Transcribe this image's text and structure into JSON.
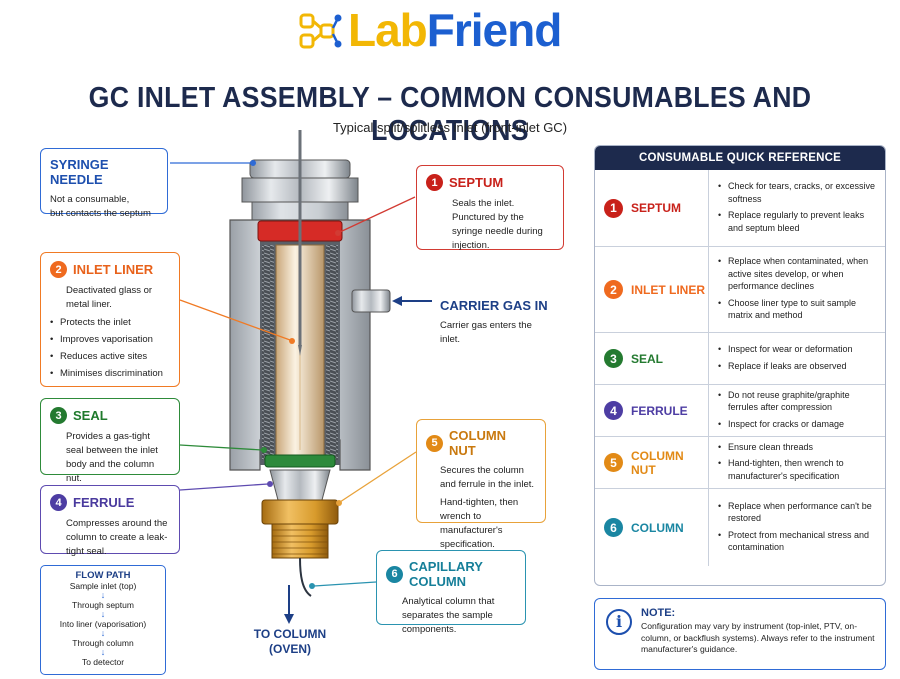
{
  "brand": {
    "logo_lab": "Lab",
    "logo_friend": "Friend",
    "colors": {
      "yellow": "#f2b705",
      "blue": "#1c5fd0"
    }
  },
  "title": "GC INLET ASSEMBLY – COMMON CONSUMABLES AND LOCATIONS",
  "subtitle": "Typical split/splitless inlet (front-inlet GC)",
  "callouts": {
    "syringe": {
      "title": "SYRINGE NEEDLE",
      "text": "Not a consumable,\nbut contacts the septum"
    },
    "septum": {
      "num": "1",
      "title": "SEPTUM",
      "line1": "Seals the inlet.",
      "line2": "Punctured by the syringe needle during injection."
    },
    "liner": {
      "num": "2",
      "title": "INLET LINER",
      "text": "Deactivated glass or metal liner.",
      "bullets": [
        "Protects the inlet",
        "Improves vaporisation",
        "Reduces active sites",
        "Minimises discrimination"
      ]
    },
    "carrier": {
      "title": "CARRIER GAS IN",
      "text": "Carrier gas enters the inlet."
    },
    "seal": {
      "num": "3",
      "title": "SEAL",
      "text": "Provides a gas-tight seal between the inlet body and the column nut."
    },
    "ferrule": {
      "num": "4",
      "title": "FERRULE",
      "text": "Compresses around the column to create a leak-tight seal."
    },
    "column_nut": {
      "num": "5",
      "title": "COLUMN NUT",
      "line1": "Secures the column and ferrule in the inlet.",
      "line2": "Hand-tighten, then wrench to manufacturer's specification."
    },
    "capillary": {
      "num": "6",
      "title": "CAPILLARY COLUMN",
      "text": "Analytical column that separates the sample components."
    }
  },
  "flow_path": {
    "title": "FLOW PATH",
    "steps": [
      "Sample inlet (top)",
      "Through septum",
      "Into liner (vaporisation)",
      "Through column",
      "To detector"
    ],
    "arrow": "↓"
  },
  "to_column": {
    "line1": "TO COLUMN",
    "line2": "(OVEN)"
  },
  "reference": {
    "title": "CONSUMABLE QUICK REFERENCE",
    "rows": [
      {
        "num": "1",
        "name": "SEPTUM",
        "color": "#c8211a",
        "bullets": [
          "Check for tears, cracks, or excessive softness",
          "Replace regularly to prevent leaks and septum bleed"
        ]
      },
      {
        "num": "2",
        "name": "INLET LINER",
        "color": "#ef6a1f",
        "bullets": [
          "Replace when contaminated, when active sites develop, or when performance declines",
          "Choose liner type to suit sample matrix and method"
        ]
      },
      {
        "num": "3",
        "name": "SEAL",
        "color": "#247a30",
        "bullets": [
          "Inspect for wear or deformation",
          "Replace if leaks are observed"
        ]
      },
      {
        "num": "4",
        "name": "FERRULE",
        "color": "#4d3da3",
        "bullets": [
          "Do not reuse graphite/graphite ferrules after compression",
          "Inspect for cracks or damage"
        ]
      },
      {
        "num": "5",
        "name": "COLUMN NUT",
        "color": "#e28a16",
        "bullets": [
          "Ensure clean threads",
          "Hand-tighten, then wrench to manufacturer's specification"
        ]
      },
      {
        "num": "6",
        "name": "COLUMN",
        "color": "#1a86a2",
        "bullets": [
          "Replace when performance can't be restored",
          "Protect from mechanical stress and contamination"
        ]
      }
    ]
  },
  "note": {
    "icon": "i",
    "title": "NOTE:",
    "text": "Configuration may vary by instrument (top-inlet, PTV, on-column, or backflush systems). Always refer to the instrument manufacturer's guidance."
  }
}
